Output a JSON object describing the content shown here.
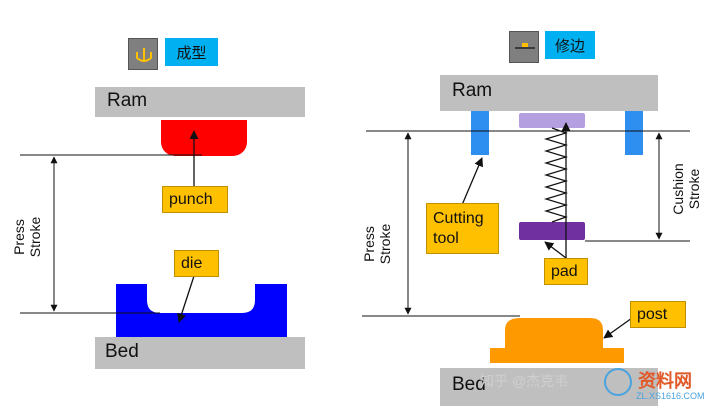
{
  "left": {
    "tag": "成型",
    "ram": "Ram",
    "bed": "Bed",
    "punch": "punch",
    "die": "die",
    "stroke_line1": "Press",
    "stroke_line2": "Stroke",
    "icon": "forming-icon"
  },
  "right": {
    "tag": "修边",
    "ram": "Ram",
    "bed": "Bed",
    "cutting_tool_line1": "Cutting",
    "cutting_tool_line2": "tool",
    "pad": "pad",
    "post": "post",
    "press_line1": "Press",
    "press_line2": "Stroke",
    "cushion_line1": "Cushion",
    "cushion_line2": "Stroke",
    "icon": "trimming-icon"
  },
  "watermark": {
    "zhihu": "知乎 @杰克韦",
    "site": "资料网",
    "site_url": "ZL.XS1616.COM"
  },
  "colors": {
    "plate": "#bfbfbf",
    "punch": "#ff0000",
    "die": "#0000ff",
    "label": "#ffc000",
    "tag": "#00b0f0",
    "cutter": "#2e8ff0",
    "pad": "#7030a0",
    "pad_top": "#b4a0e0",
    "post": "#ff9900"
  }
}
